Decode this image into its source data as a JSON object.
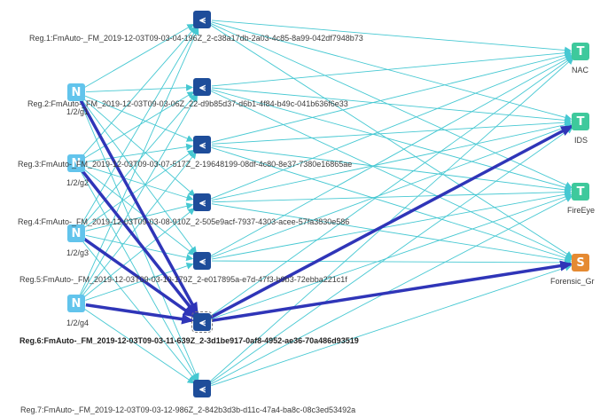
{
  "regs": [
    {
      "label": "Reg.1:FmAuto-_FM_2019-12-03T09-03-04-196Z_2-c38a17db-2a03-4c85-8a99-042df7948b73",
      "glyph": "⪪"
    },
    {
      "label": "Reg.2:FmAuto-_FM_2019-12-03T09-03-06Z_22-d9b85d37-d6b1-4f84-b49c-041b636f6e33",
      "glyph": "⪪"
    },
    {
      "label": "Reg.3:FmAuto-_FM_2019-12-03T09-03-07-517Z_2-19648199-08df-4c80-8e37-7380e16865ae",
      "glyph": "⪪"
    },
    {
      "label": "Reg.4:FmAuto-_FM_2019-12-03T09-03-08-910Z_2-505e9acf-7937-4303-acee-57fa3830e586",
      "glyph": "⪪"
    },
    {
      "label": "Reg.5:FmAuto-_FM_2019-12-03T09-03-10-179Z_2-e017895a-e7d-47f3-b9b3-72ebba221c1f",
      "glyph": "⪪"
    },
    {
      "label": "Reg.6:FmAuto-_FM_2019-12-03T09-03-11-639Z_2-3d1be917-0af8-4952-ae36-70a486d93519",
      "glyph": "⪪"
    },
    {
      "label": "Reg.7:FmAuto-_FM_2019-12-03T09-03-12-986Z_2-842b3d3b-d11c-47a4-ba8c-08c3ed53492a",
      "glyph": "⪪"
    }
  ],
  "ports": [
    {
      "glyph": "N",
      "label": "1/2/g1"
    },
    {
      "glyph": "N",
      "label": "1/2/g2"
    },
    {
      "glyph": "N",
      "label": "1/2/g3"
    },
    {
      "glyph": "N",
      "label": "1/2/g4"
    }
  ],
  "tools": [
    {
      "glyph": "T",
      "label": "NAC"
    },
    {
      "glyph": "T",
      "label": "IDS"
    },
    {
      "glyph": "T",
      "label": "FireEye"
    },
    {
      "glyph": "S",
      "label": "Forensic_Gr"
    }
  ],
  "colors": {
    "thin_edge": "#46c8d2",
    "bold_edge": "#2f35b8",
    "port_node": "#62c4ec",
    "reg_node": "#1e4d9a",
    "tool_t": "#3ec99c",
    "tool_s": "#e58a32"
  },
  "highlighted_reg_index": 5,
  "icons": {
    "port": "network-port-icon",
    "reg": "filter-map-icon",
    "tool_t": "tool-icon",
    "tool_s": "forensic-tool-icon"
  }
}
